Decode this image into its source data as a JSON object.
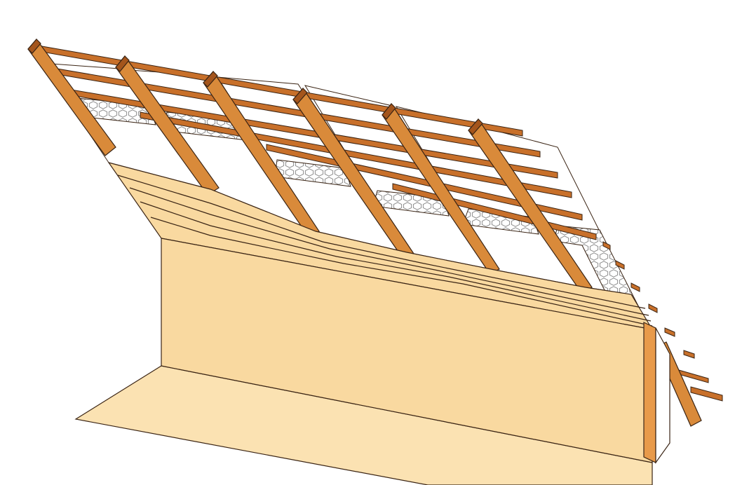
{
  "figure": {
    "subject": "attic-roof-insulation-cutaway",
    "components": [
      "rafters",
      "roof-battens",
      "insulation-board",
      "knee-wall-boarding",
      "floor"
    ]
  },
  "colors": {
    "background": "#ffffff",
    "wood": "#d98a3a",
    "wood_dark": "#a4551c",
    "wood_light": "#efb266",
    "batten": "#c8702a",
    "outline": "#3a2414",
    "insulation": "#ffffff",
    "insulation_mesh": "#9a9a9a",
    "board": "#f9d9a0",
    "board_dark": "#f3c983",
    "floor": "#fbe2b2"
  },
  "counts": {
    "rafters": 7,
    "battens": 6
  }
}
